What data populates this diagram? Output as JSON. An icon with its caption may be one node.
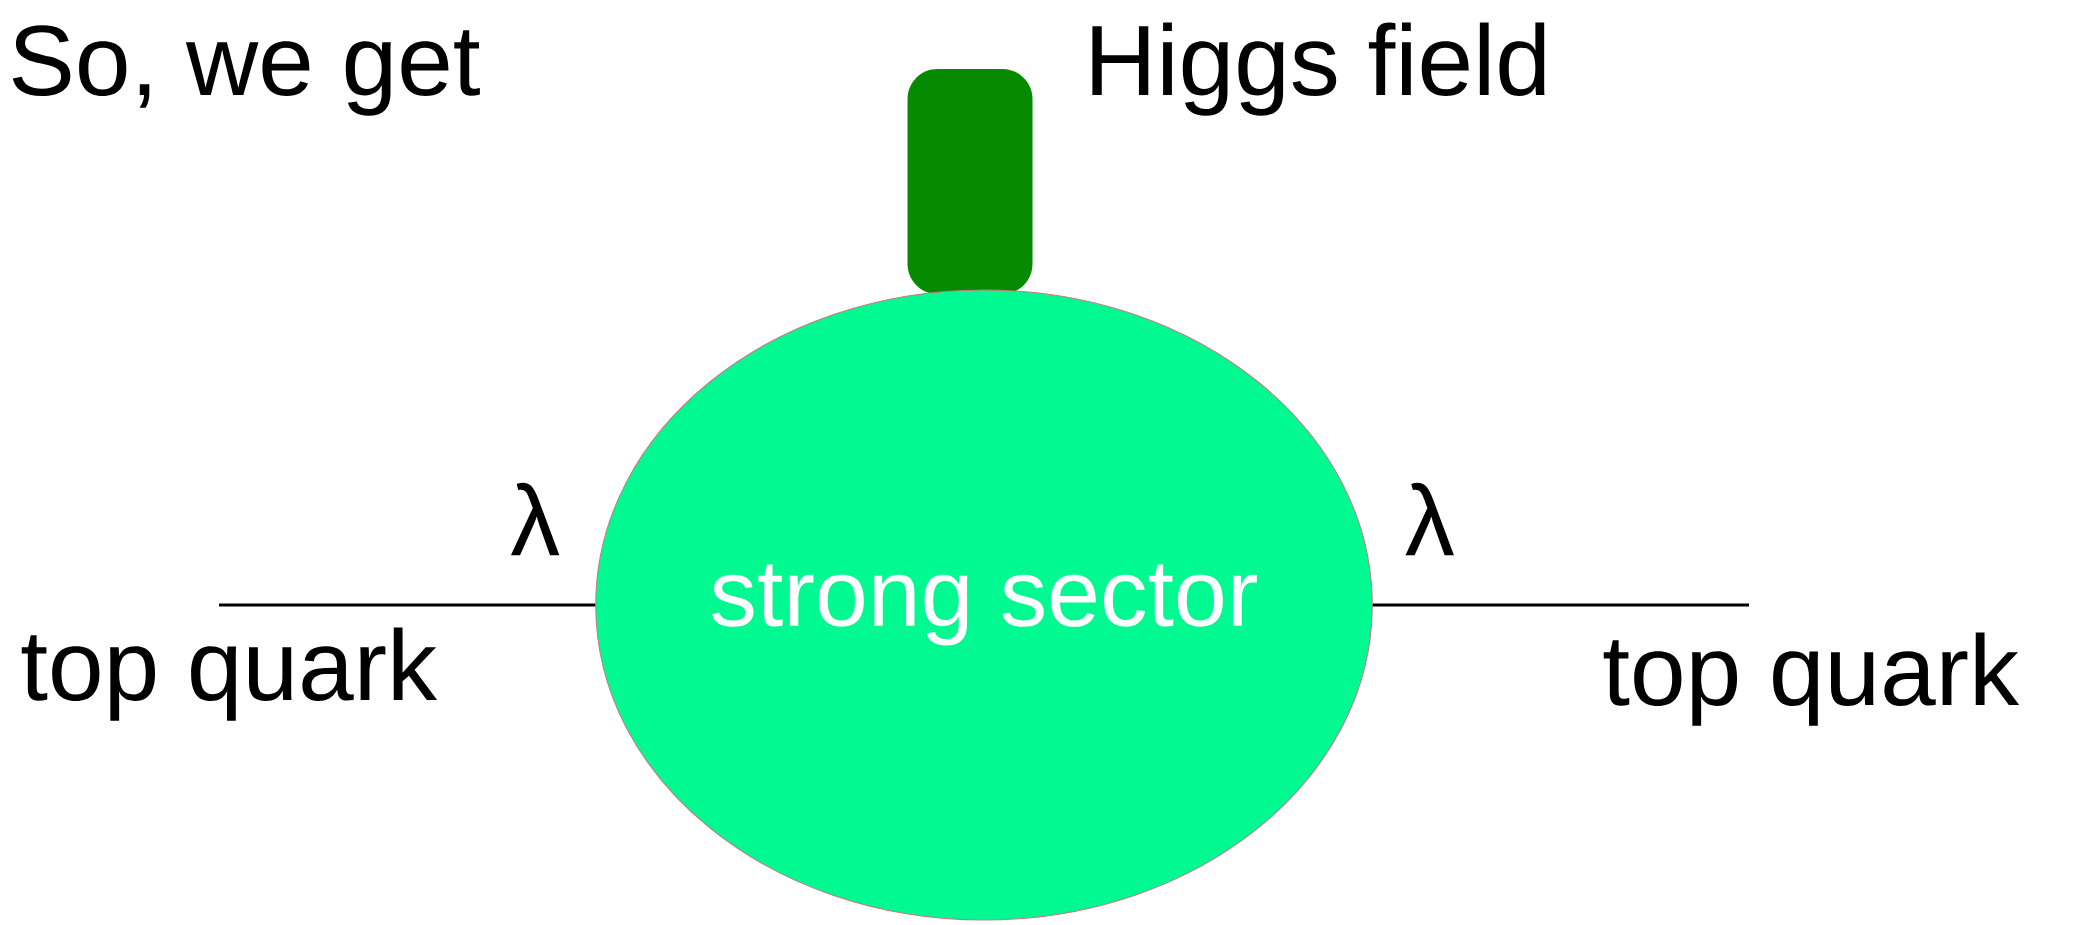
{
  "diagram": {
    "title": "So, we get",
    "nodes": [
      {
        "text": [
          "strong sector"
        ]
      },
      {
        "text": [],
        "shape": "bar",
        "beside": [
          "Higgs field"
        ]
      },
      {
        "text": [
          "top quark"
        ]
      },
      {
        "text": [
          "top quark"
        ]
      }
    ],
    "edges": [
      {
        "from": 2,
        "to": 0,
        "arrow": "none",
        "label": "λ"
      },
      {
        "from": 0,
        "to": 3,
        "arrow": "none",
        "label": "λ"
      }
    ]
  }
}
